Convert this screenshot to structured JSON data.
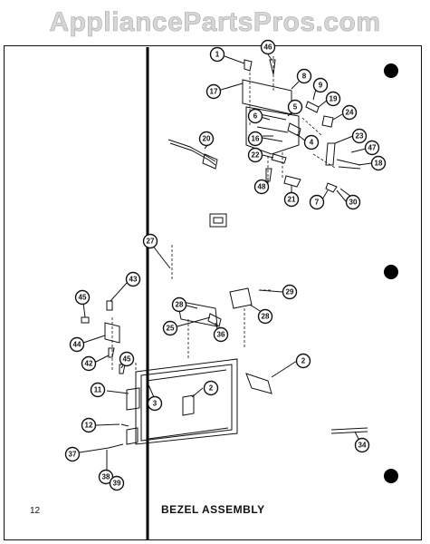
{
  "watermark": "AppliancePartsPros.com",
  "page_number": "12",
  "title": "BEZEL ASSEMBLY",
  "callouts": [
    "1",
    "46",
    "17",
    "8",
    "9",
    "6",
    "5",
    "19",
    "24",
    "20",
    "16",
    "4",
    "23",
    "47",
    "22",
    "18",
    "48",
    "21",
    "7",
    "30",
    "27",
    "43",
    "45",
    "28",
    "29",
    "25",
    "36",
    "28",
    "44",
    "42",
    "45",
    "2",
    "11",
    "3",
    "2",
    "12",
    "37",
    "34",
    "38",
    "39"
  ]
}
